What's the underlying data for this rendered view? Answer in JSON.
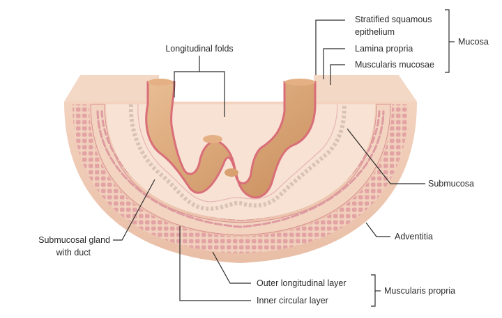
{
  "diagram": {
    "labels": {
      "longitudinal_folds": "Longitudinal folds",
      "stratified_squamous": "Stratified squamous",
      "epithelium": "epithelium",
      "lamina_propria": "Lamina propria",
      "muscularis_mucosae": "Muscularis mucosae",
      "mucosa": "Mucosa",
      "submucosa": "Submucosa",
      "submucosal_gland": "Submucosal gland",
      "with_duct": "with duct",
      "adventitia": "Adventitia",
      "outer_longitudinal": "Outer longitudinal layer",
      "inner_circular": "Inner circular layer",
      "muscularis_propria": "Muscularis propria"
    },
    "colors": {
      "outer_tissue": "#f1d1bd",
      "top_face": "#f4d8c6",
      "muscle_block": "#e6a6a6",
      "muscle_edge": "#d98f92",
      "submucosa": "#f7e2d3",
      "epithelium_line": "#d96e78",
      "fold_top": "#e4b084",
      "fold_shadow": "#c98e5c",
      "gland": "#d9c3b4",
      "leader": "#2b2b2b"
    }
  }
}
